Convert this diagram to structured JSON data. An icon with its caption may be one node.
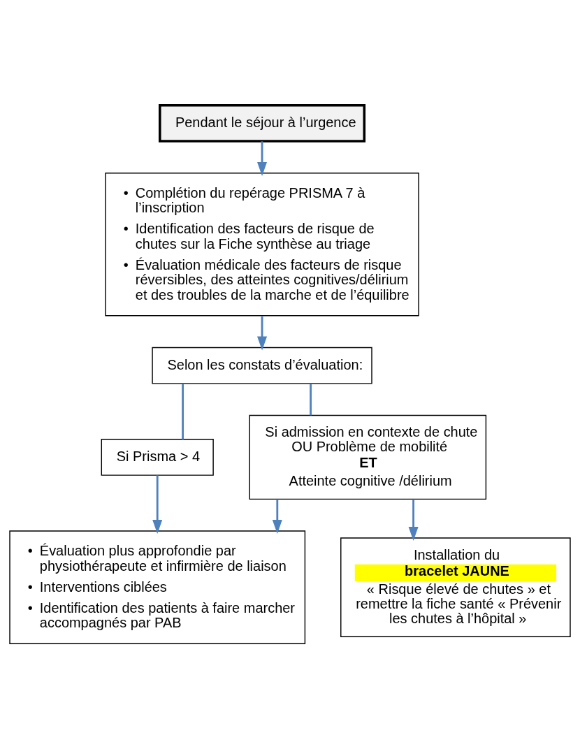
{
  "diagram": {
    "nodes": [
      {
        "text": [
          "Pendant le séjour à l’urgence"
        ]
      },
      {
        "text": [
          "• Complétion du repérage PRISMA 7 à l’inscription",
          "• Identification des facteurs de risque de chutes sur la Fiche synthèse au triage",
          "• Évaluation médicale des facteurs de risque réversibles, des atteintes cognitives/délirium et des troubles de la marche et de l’équilibre"
        ]
      },
      {
        "text": [
          "Selon les constats d’évaluation:"
        ]
      },
      {
        "text": [
          "Si Prisma > 4"
        ]
      },
      {
        "text": [
          "Si admission en contexte de chute OU Problème de mobilité",
          "**ET**",
          "Atteinte cognitive /délirium"
        ]
      },
      {
        "text": [
          "• Évaluation plus approfondie par physiothérapeute et infirmière de liaison",
          "• Interventions ciblées",
          "• Identification des patients à faire marcher accompagnés par PAB"
        ]
      },
      {
        "text": [
          "Installation du",
          "**bracelet JAUNE**",
          "« Risque élevé de chutes » et remettre la fiche santé « Prévenir les chutes à l’hôpital »"
        ]
      }
    ],
    "edges": [
      {
        "from": 0,
        "to": 1,
        "arrow": "to"
      },
      {
        "from": 1,
        "to": 2,
        "arrow": "to"
      },
      {
        "from": 2,
        "to": 3,
        "arrow": "none"
      },
      {
        "from": 2,
        "to": 4,
        "arrow": "none"
      },
      {
        "from": 3,
        "to": 5,
        "arrow": "to"
      },
      {
        "from": 4,
        "to": 5,
        "arrow": "to"
      },
      {
        "from": 4,
        "to": 6,
        "arrow": "to"
      }
    ]
  }
}
